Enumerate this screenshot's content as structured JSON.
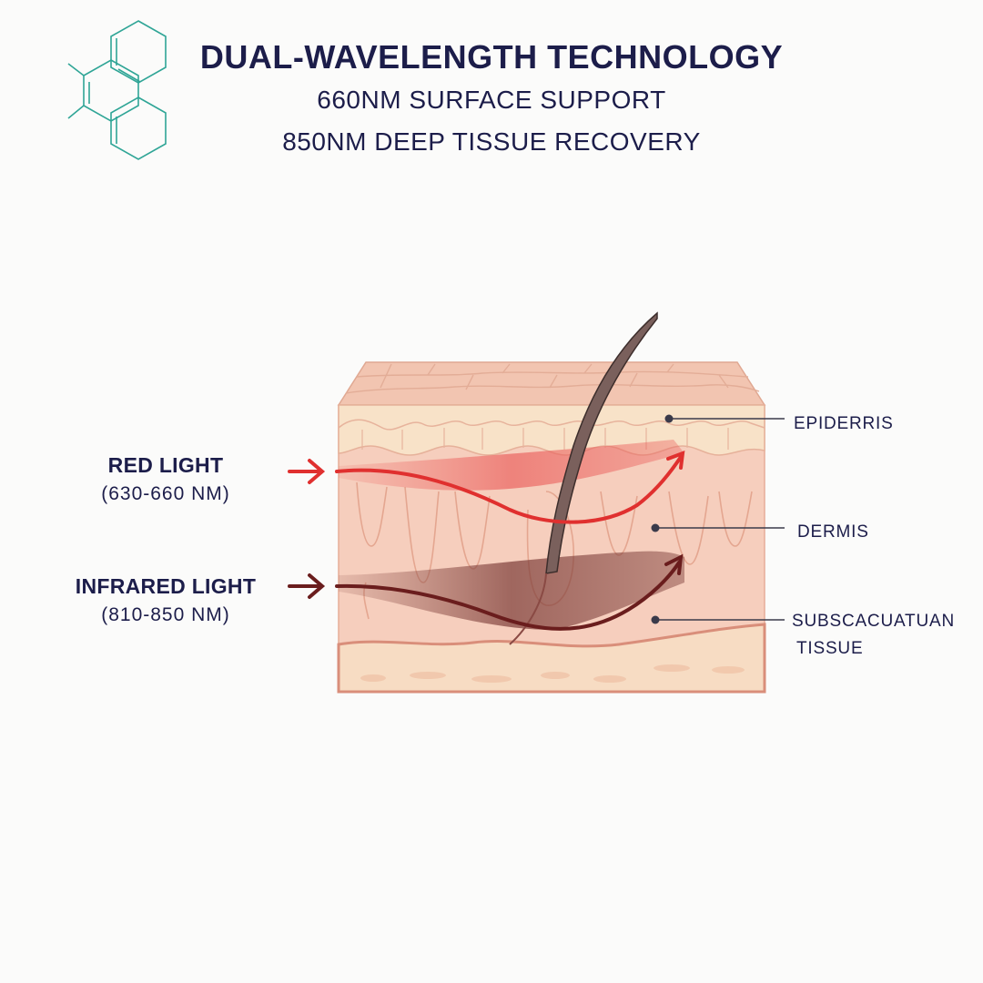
{
  "header": {
    "title": "DUAL-WAVELENGTH TECHNOLOGY",
    "line1": "660NM SURFACE SUPPORT",
    "line2": "850NM DEEP TISSUE RECOVERY"
  },
  "logo": {
    "icon": "molecule-icon",
    "color": "#2fa596"
  },
  "lights": {
    "red": {
      "name": "RED LIGHT",
      "range": "(630-660 NM)",
      "color": "#e0302f"
    },
    "infrared": {
      "name": "INFRARED LIGHT",
      "range": "(810-850 NM)",
      "color": "#6a1d1d"
    }
  },
  "layers": {
    "epidermis": "EPIDERRIS",
    "dermis": "DERMIS",
    "subcutaneous_line1": "SUBSCACUATUAN",
    "subcutaneous_line2": "TISSUE"
  },
  "colors": {
    "text": "#1c1d4a",
    "skin_top": "#f2c7b3",
    "skin_mid": "#f5cdbd",
    "epidermis": "#f8e4cc",
    "fat": "#f6dcc4",
    "hair": "#6f5450"
  }
}
